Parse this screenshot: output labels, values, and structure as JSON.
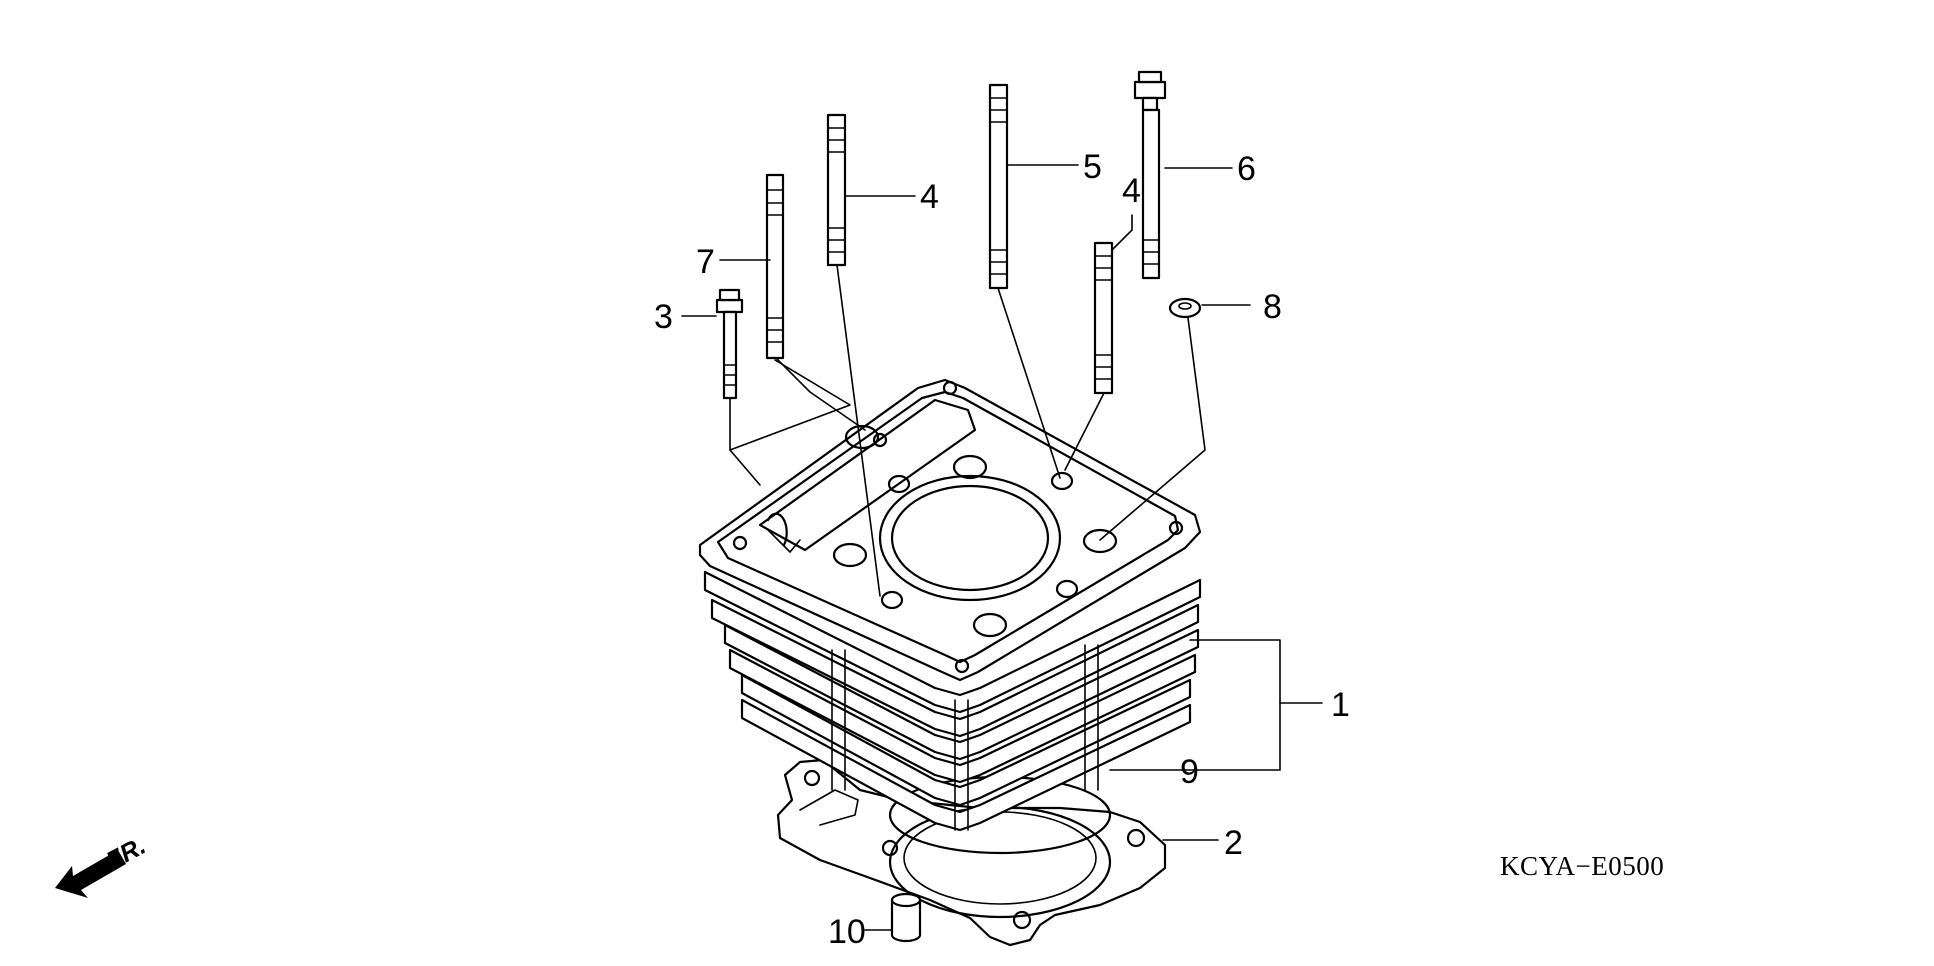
{
  "diagram": {
    "code": "KCYA−E0500",
    "front_indicator": "FR.",
    "callouts": [
      {
        "id": "c1",
        "label": "1"
      },
      {
        "id": "c2",
        "label": "2"
      },
      {
        "id": "c3",
        "label": "3"
      },
      {
        "id": "c4a",
        "label": "4"
      },
      {
        "id": "c4b",
        "label": "4"
      },
      {
        "id": "c5",
        "label": "5"
      },
      {
        "id": "c6",
        "label": "6"
      },
      {
        "id": "c7",
        "label": "7"
      },
      {
        "id": "c8",
        "label": "8"
      },
      {
        "id": "c9",
        "label": "9"
      },
      {
        "id": "c10",
        "label": "10"
      }
    ]
  }
}
